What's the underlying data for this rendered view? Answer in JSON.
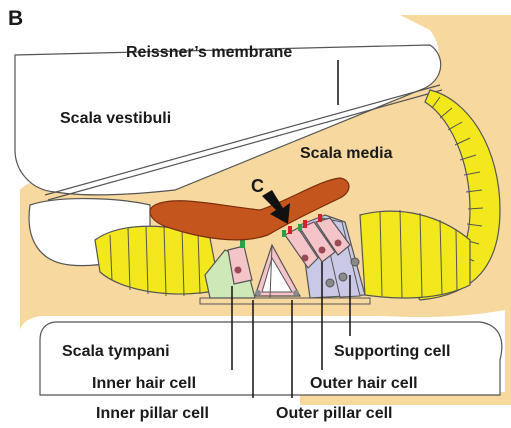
{
  "panel_letter": "B",
  "labels": {
    "reissner": "Reissner’s membrane",
    "scala_vestibuli": "Scala vestibuli",
    "scala_media": "Scala media",
    "scala_tympani": "Scala tympani",
    "arrow": "C",
    "supporting_cell": "Supporting cell",
    "inner_hair_cell": "Inner hair cell",
    "outer_hair_cell": "Outer hair cell",
    "inner_pillar_cell": "Inner pillar cell",
    "outer_pillar_cell": "Outer pillar cell"
  },
  "colors": {
    "bone": "#f7d9a0",
    "spiral_ligament": "#f2e81c",
    "tectorial_membrane": "#c4551c",
    "hair_cell": "#f5c4c8",
    "supporting_cell": "#c9c8e6",
    "inner_pillar": "#cfe8b8",
    "stereocilia_red": "#d8202a",
    "stereocilia_green": "#2aa04a"
  }
}
